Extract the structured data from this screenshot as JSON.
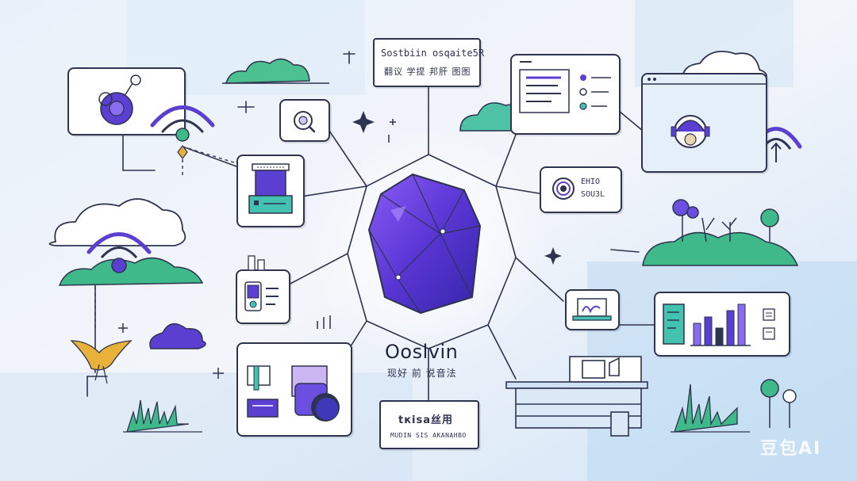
{
  "top_panel": {
    "title": "Sostbiin osqaite5R",
    "subtitle": "翻议 学提 邦肝 图图"
  },
  "center": {
    "title": "Ooslvin",
    "subtitle": "现好 前 说音法"
  },
  "right_card": {
    "line1": "EHIO",
    "line2": "SOU3L"
  },
  "bottom_panel": {
    "title": "tкisa丝用",
    "subtitle": "MUDIN SIS AKANAHBO"
  },
  "watermark": "豆包AI",
  "colors": {
    "ink": "#2e3350",
    "purple": "#5b3fd0",
    "violet": "#7b5cf0",
    "green": "#3fb98a",
    "teal": "#44c2b0",
    "sky": "#cfe2f5",
    "gold": "#e8b23a"
  }
}
